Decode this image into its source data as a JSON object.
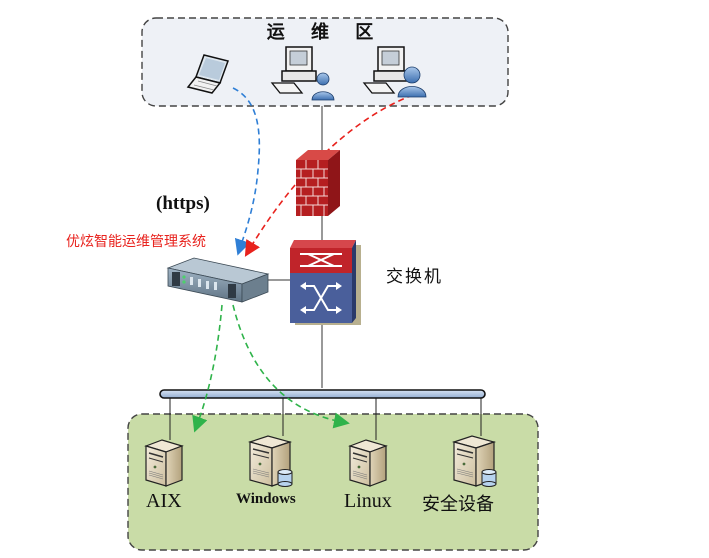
{
  "diagram": {
    "ops_zone": {
      "title": "运 维 区"
    },
    "protocol_label": "(https)",
    "system_label": "优炫智能运维管理系统",
    "switch_label": "交换机",
    "servers": [
      {
        "label": "AIX",
        "icon": "server-icon",
        "has_db": false
      },
      {
        "label": "Windows",
        "icon": "server-icon",
        "has_db": true
      },
      {
        "label": "Linux",
        "icon": "server-icon",
        "has_db": false
      },
      {
        "label": "安全设备",
        "icon": "server-icon",
        "has_db": true
      }
    ],
    "clients": [
      {
        "icon": "laptop-icon"
      },
      {
        "icon": "workstation-user-icon"
      },
      {
        "icon": "workstation-user-icon"
      }
    ],
    "colors": {
      "ops_zone_fill": "#eef1f6",
      "server_zone_fill": "#c9dca7",
      "https_path": "#2f7fd6",
      "admin_path": "#e8221d",
      "audit_path": "#2fb34a",
      "firewall": "#b51e20",
      "switch_top": "#c0242a",
      "switch_body": "#4a5f9b",
      "system_label": "#e8221d"
    }
  }
}
